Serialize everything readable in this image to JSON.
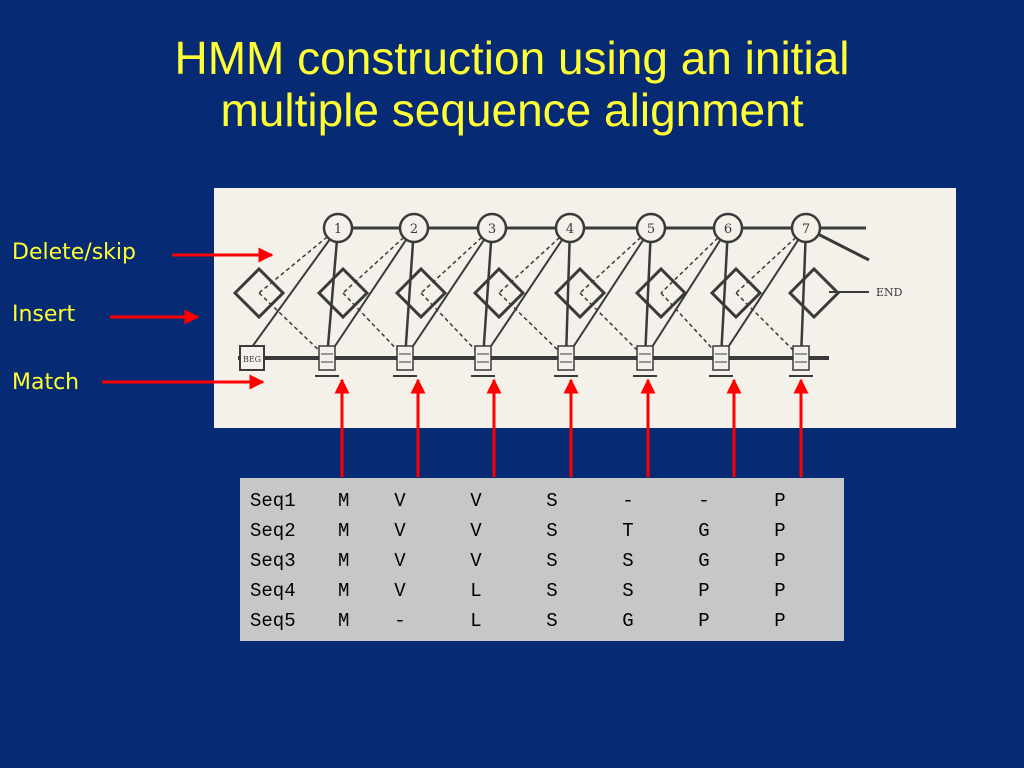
{
  "title": {
    "line1": "HMM construction using an initial",
    "line2": "multiple sequence alignment"
  },
  "labels": {
    "delete": "Delete/skip",
    "insert": "Insert",
    "match": "Match"
  },
  "diagram": {
    "states": [
      "1",
      "2",
      "3",
      "4",
      "5",
      "6",
      "7"
    ],
    "end_label": "END",
    "begin_label": "BEG"
  },
  "alignment": {
    "rows": [
      {
        "name": "Seq1",
        "residues": [
          "M",
          "V",
          "V",
          "S",
          "-",
          "-",
          "P"
        ]
      },
      {
        "name": "Seq2",
        "residues": [
          "M",
          "V",
          "V",
          "S",
          "T",
          "G",
          "P"
        ]
      },
      {
        "name": "Seq3",
        "residues": [
          "M",
          "V",
          "V",
          "S",
          "S",
          "G",
          "P"
        ]
      },
      {
        "name": "Seq4",
        "residues": [
          "M",
          "V",
          "L",
          "S",
          "S",
          "P",
          "P"
        ]
      },
      {
        "name": "Seq5",
        "residues": [
          "M",
          "-",
          "L",
          "S",
          "G",
          "P",
          "P"
        ]
      }
    ]
  },
  "colors": {
    "background": "#062a73",
    "title": "#ffff33",
    "arrow": "#ff0000",
    "figure_bg": "#f3f1ea",
    "alignment_bg": "#c7c7c7"
  }
}
